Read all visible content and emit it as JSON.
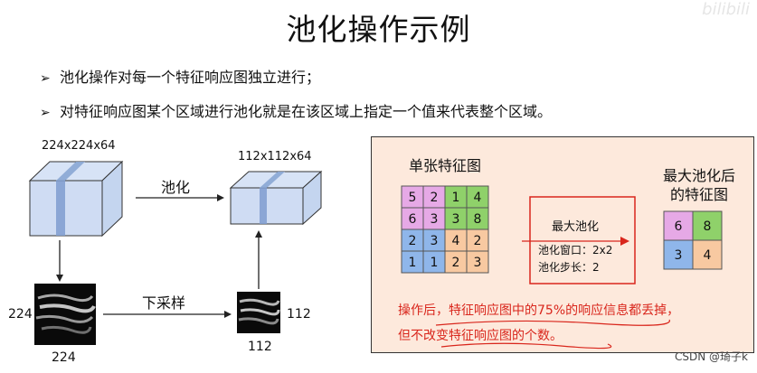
{
  "title": "池化操作示例",
  "bullets": [
    "池化操作对每一个特征响应图独立进行；",
    "对特征响应图某个区域进行池化就是在该区域上指定一个值来代表整个区域。"
  ],
  "left": {
    "input_dim": "224x224x64",
    "output_dim": "112x112x64",
    "pool_label": "池化",
    "downsample_label": "下采样",
    "map_size_in": "224",
    "map_size_out": "112"
  },
  "right": {
    "single_map_title": "单张特征图",
    "result_title_line1": "最大池化后",
    "result_title_line2": "的特征图",
    "op_label": "最大池化",
    "window_label": "池化窗口：2x2",
    "stride_label": "池化步长：2",
    "input_grid": [
      [
        "5",
        "2",
        "1",
        "4"
      ],
      [
        "6",
        "3",
        "3",
        "8"
      ],
      [
        "2",
        "3",
        "4",
        "2"
      ],
      [
        "1",
        "1",
        "2",
        "3"
      ]
    ],
    "output_grid": [
      [
        "6",
        "8"
      ],
      [
        "3",
        "4"
      ]
    ],
    "note_line1": "操作后，特征响应图中的75%的响应信息都丢掉，",
    "note_line2": "但不改变特征响应图的个数。",
    "colors": {
      "pink": "#e6a9e6",
      "green": "#8fd16a",
      "blue": "#8fb6ea",
      "peach": "#f8c9a1",
      "panel_bg": "#fde9dc",
      "accent_red": "#d9261c"
    }
  },
  "watermark": "bilibili",
  "credit": "CSDN @琦子k"
}
